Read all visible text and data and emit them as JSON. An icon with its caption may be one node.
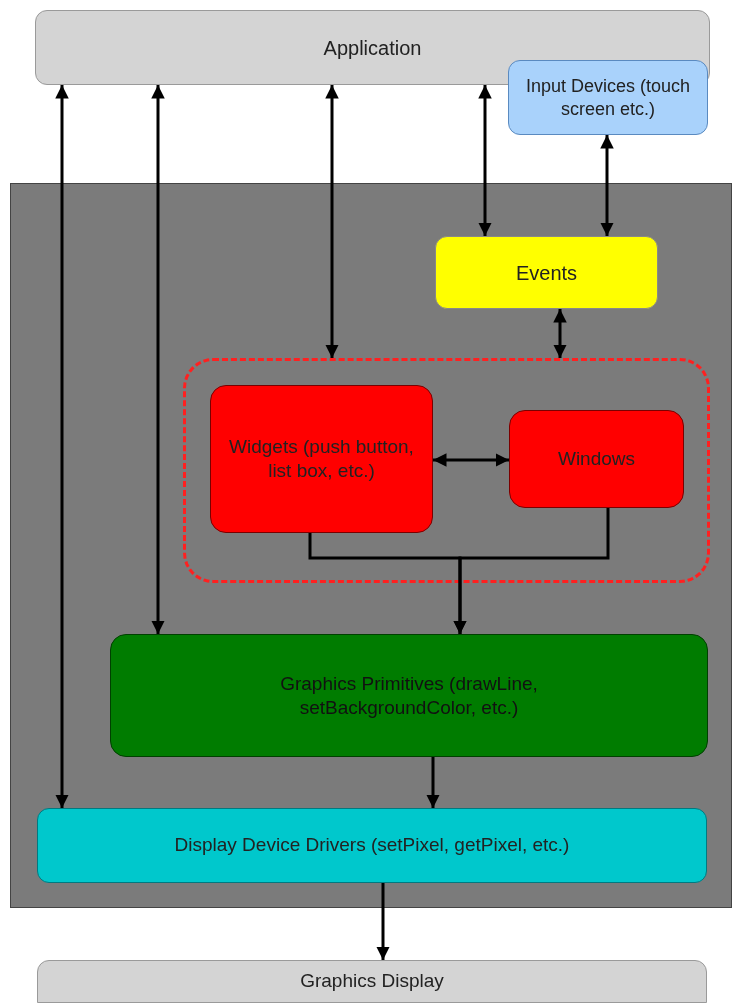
{
  "diagram": {
    "nodes": [
      {
        "text": [
          "Application"
        ]
      },
      {
        "text": [
          "Input Devices (touch screen etc.)"
        ]
      },
      {
        "text": [],
        "shape": "box"
      },
      {
        "text": [
          "Events"
        ],
        "in": 2
      },
      {
        "text": [],
        "shape": "box",
        "in": 2
      },
      {
        "text": [
          "Widgets (push button, list box, etc.)"
        ],
        "in": 4
      },
      {
        "text": [
          "Windows"
        ],
        "in": 4
      },
      {
        "text": [
          "Graphics Primitives (drawLine, setBackgroundColor, etc.)"
        ],
        "in": 2
      },
      {
        "text": [
          "Display Device Drivers (setPixel, getPixel, etc.)"
        ],
        "in": 2
      },
      {
        "text": [
          "Graphics Display"
        ]
      }
    ],
    "edges": [
      {
        "from": 0,
        "to": 8,
        "arrow": "both"
      },
      {
        "from": 0,
        "to": 7,
        "arrow": "both"
      },
      {
        "from": 0,
        "to": 4,
        "arrow": "both"
      },
      {
        "from": 0,
        "to": 3,
        "arrow": "both"
      },
      {
        "from": 1,
        "to": 3,
        "arrow": "both"
      },
      {
        "from": 3,
        "to": 4,
        "arrow": "both"
      },
      {
        "from": 5,
        "to": 6,
        "arrow": "both"
      },
      {
        "from": 5,
        "to": 7,
        "arrow": "to"
      },
      {
        "from": 6,
        "to": 7,
        "arrow": "to"
      },
      {
        "from": 7,
        "to": 8,
        "arrow": "to"
      },
      {
        "from": 8,
        "to": 9,
        "arrow": "to"
      }
    ]
  }
}
